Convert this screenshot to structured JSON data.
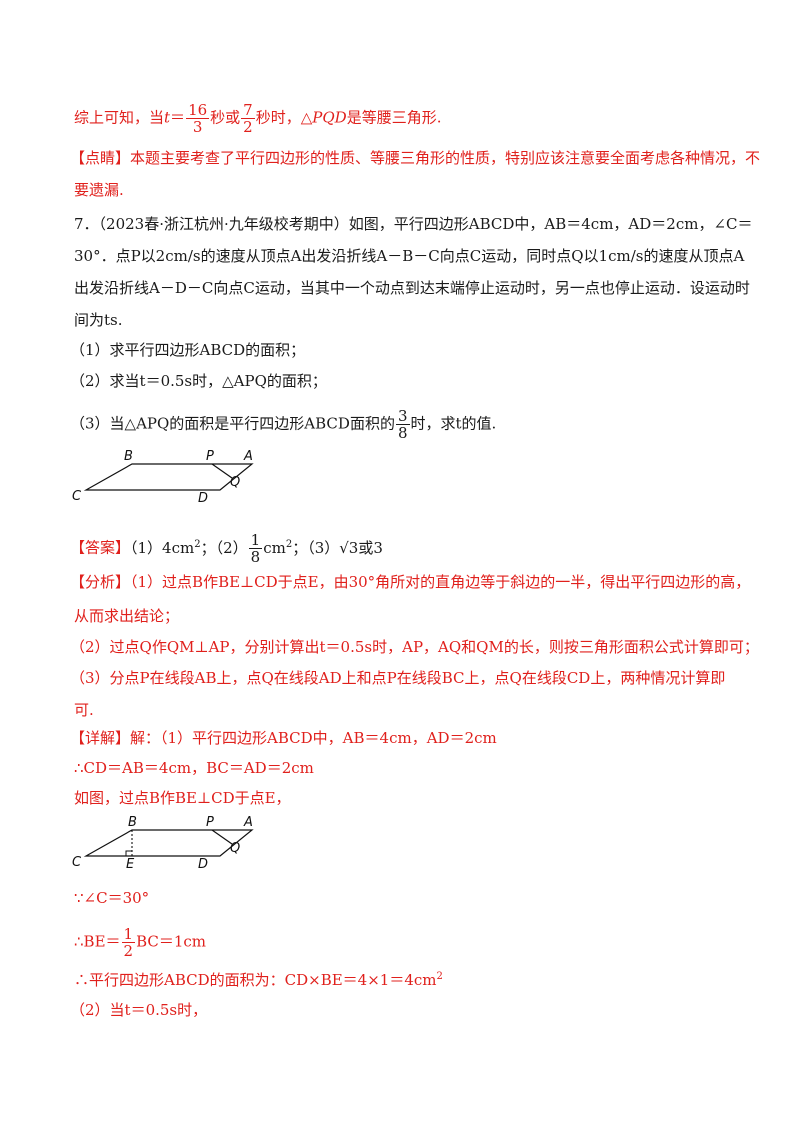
{
  "summary": {
    "prefix": "综上可知，当",
    "var": "t",
    "eq": "＝",
    "f1_num": "16",
    "f1_den": "3",
    "mid": "秒或",
    "f2_num": "7",
    "f2_den": "2",
    "suffix1": "秒时，△",
    "pqd": "PQD",
    "suffix2": "是等腰三角形."
  },
  "comment": {
    "line1": "【点睛】本题主要考查了平行四边形的性质、等腰三角形的性质，特别应该注意要全面考虑各种情况，不",
    "line2": "要遗漏."
  },
  "problem": {
    "line1": "7．（2023春·浙江杭州·九年级校考期中）如图，平行四边形ABCD中，AB＝4cm，AD＝2cm，∠C＝",
    "line2": "30°．点P以2cm/s的速度从顶点A出发沿折线A－B－C向点C运动，同时点Q以1cm/s的速度从顶点A",
    "line3": "出发沿折线A－D－C向点C运动，当其中一个动点到达末端停止运动时，另一点也停止运动．设运动时",
    "line4": "间为ts.",
    "q1": "（1）求平行四边形ABCD的面积；",
    "q2": "（2）求当t＝0.5s时，△APQ的面积；",
    "q3_prefix": "（3）当△APQ的面积是平行四边形ABCD面积的",
    "q3_num": "3",
    "q3_den": "8",
    "q3_suffix": "时，求t的值."
  },
  "figure1": {
    "B": "B",
    "P": "P",
    "A": "A",
    "C": "C",
    "D": "D",
    "Q": "Q"
  },
  "answer": {
    "label": "【答案】",
    "p1": "（1）4cm",
    "sup2": "2",
    "p1_end": "；（2）",
    "f_num": "1",
    "f_den": "8",
    "p2_unit": "cm",
    "p2_end": "；（3）",
    "sqrt": "√3",
    "p3_end": "或3"
  },
  "analysis": {
    "line1": "【分析】（1）过点B作BE⊥CD于点E，由30°角所对的直角边等于斜边的一半，得出平行四边形的高，",
    "line2": "从而求出结论；",
    "line3": "（2）过点Q作QM⊥AP，分别计算出t＝0.5s时，AP，AQ和QM的长，则按三角形面积公式计算即可；",
    "line4": "（3）分点P在线段AB上，点Q在线段AD上和点P在线段BC上，点Q在线段CD上，两种情况计算即",
    "line5": "可."
  },
  "detail": {
    "line1": "【详解】解：（1）平行四边形ABCD中，AB＝4cm，AD＝2cm",
    "line2": "∴CD＝AB＝4cm，BC＝AD＝2cm",
    "line3": "如图，过点B作BE⊥CD于点E，"
  },
  "figure2": {
    "B": "B",
    "P": "P",
    "A": "A",
    "C": "C",
    "E": "E",
    "D": "D",
    "Q": "Q"
  },
  "solution": {
    "because": "∵∠C＝30°",
    "be_prefix": "∴BE＝",
    "be_num": "1",
    "be_den": "2",
    "be_suffix": "BC＝1cm",
    "area": "∴平行四边形ABCD的面积为：CD×BE＝4×1＝4cm",
    "area_sup": "2",
    "part2": "（2）当t＝0.5s时，"
  }
}
